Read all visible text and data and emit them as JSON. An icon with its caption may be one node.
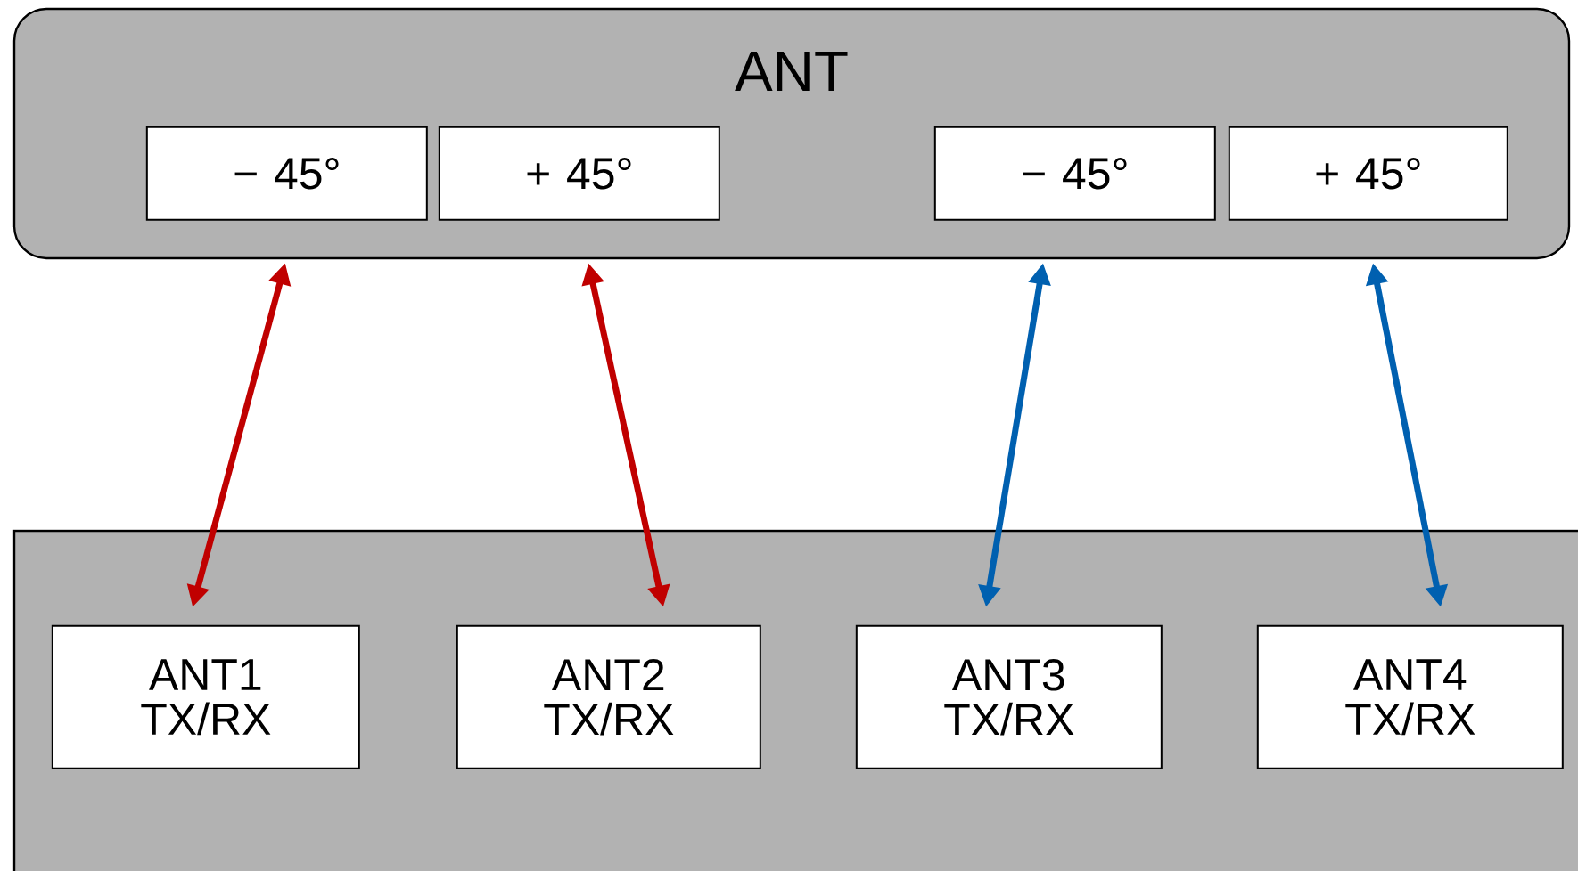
{
  "diagram": {
    "nodes": [
      {
        "text": [
          "ANT"
        ]
      },
      {
        "text": [
          "− 45°"
        ],
        "in": 0
      },
      {
        "text": [
          "+ 45°"
        ],
        "in": 0
      },
      {
        "text": [
          "− 45°"
        ],
        "in": 0
      },
      {
        "text": [
          "+ 45°"
        ],
        "in": 0
      },
      {
        "text": [],
        "shape": "box"
      },
      {
        "text": [
          "ANT1 TX/RX"
        ],
        "in": 5
      },
      {
        "text": [
          "ANT2 TX/RX"
        ],
        "in": 5
      },
      {
        "text": [
          "ANT3 TX/RX"
        ],
        "in": 5
      },
      {
        "text": [
          "ANT4 TX/RX"
        ],
        "in": 5
      }
    ],
    "edges": [
      {
        "from": 0,
        "to": 6,
        "arrow": "both",
        "color": "#c00000"
      },
      {
        "from": 0,
        "to": 7,
        "arrow": "both",
        "color": "#c00000"
      },
      {
        "from": 0,
        "to": 8,
        "arrow": "both",
        "color": "#0060b0"
      },
      {
        "from": 0,
        "to": 9,
        "arrow": "both",
        "color": "#0060b0"
      }
    ]
  }
}
